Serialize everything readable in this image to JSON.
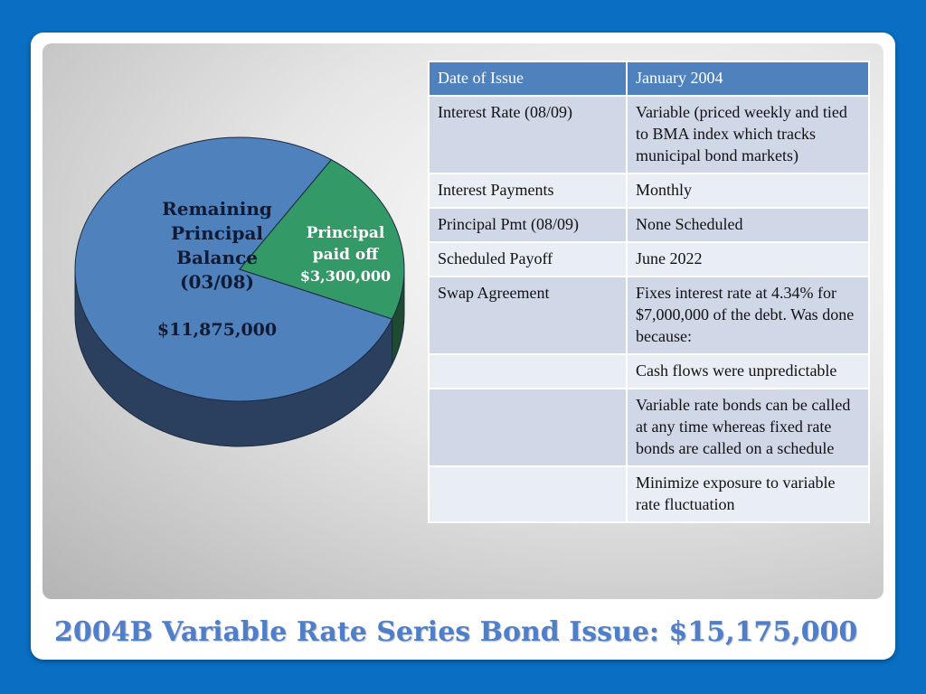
{
  "chart_data": {
    "type": "pie",
    "title": "",
    "slices": [
      {
        "label": "Remaining Principal Balance (03/08)",
        "label_lines": [
          "Remaining",
          "Principal",
          "Balance",
          "(03/08)"
        ],
        "value": 11875000,
        "value_label": "$11,875,000"
      },
      {
        "label": "Principal paid off",
        "label_lines": [
          "Principal",
          "paid off"
        ],
        "value": 3300000,
        "value_label": "$3,300,000"
      }
    ],
    "colors": {
      "remaining": "#4f81bd",
      "remaining_side": "#2b3f5e",
      "paid": "#339966",
      "paid_side": "#1d4a31"
    }
  },
  "table": {
    "header": {
      "c1": "Date of Issue",
      "c2": "January 2004"
    },
    "rows": [
      {
        "c1": "Interest Rate (08/09)",
        "c2": "Variable (priced weekly and tied to BMA index which tracks municipal bond markets)"
      },
      {
        "c1": "Interest Payments",
        "c2": "Monthly"
      },
      {
        "c1": "Principal Pmt (08/09)",
        "c2": "None Scheduled"
      },
      {
        "c1": "Scheduled Payoff",
        "c2": "June 2022"
      },
      {
        "c1": "Swap Agreement",
        "c2": "Fixes interest rate at 4.34% for $7,000,000 of the debt. Was done because:"
      },
      {
        "c1": "",
        "c2": "Cash flows were unpredictable"
      },
      {
        "c1": "",
        "c2": "Variable rate bonds can be called at any time whereas fixed rate bonds are called on a schedule"
      },
      {
        "c1": "",
        "c2": "Minimize exposure to variable rate fluctuation"
      }
    ]
  },
  "title": "2004B Variable Rate Series Bond Issue:  $15,175,000"
}
